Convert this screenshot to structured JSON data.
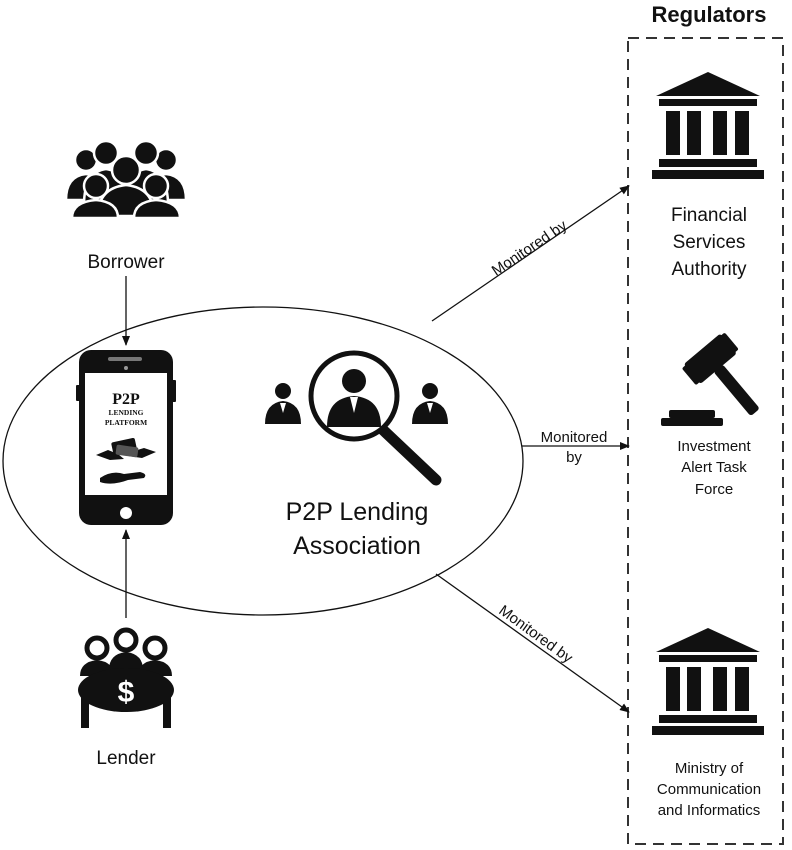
{
  "regulators": {
    "title": "Regulators",
    "items": [
      {
        "name_lines": [
          "Financial",
          "Services",
          "Authority"
        ],
        "icon": "bank-icon"
      },
      {
        "name_lines": [
          "Investment",
          "Alert Task",
          "Force"
        ],
        "icon": "gavel-icon"
      },
      {
        "name_lines": [
          "Ministry of",
          "Communication",
          "and Informatics"
        ],
        "icon": "bank-icon"
      }
    ]
  },
  "borrower": {
    "label": "Borrower",
    "icon": "crowd-icon"
  },
  "lender": {
    "label": "Lender",
    "icon": "investors-icon"
  },
  "phone": {
    "title": "P2P",
    "subtitle_lines": [
      "LENDING",
      "PLATFORM"
    ],
    "icon": "smartphone-icon"
  },
  "association": {
    "label_lines": [
      "P2P Lending",
      "Association"
    ],
    "icon": "magnifier-people-icon"
  },
  "edges": {
    "top_label": "Monitored by",
    "middle_label_lines": [
      "Monitored",
      "by"
    ],
    "bottom_label": "Monitored by"
  },
  "colors": {
    "ink": "#111111",
    "dash": "#333333",
    "background": "#ffffff"
  }
}
